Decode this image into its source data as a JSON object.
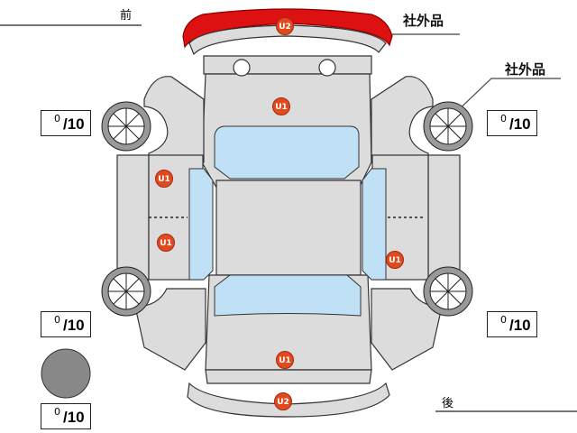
{
  "labels": {
    "front": "前",
    "rear": "後",
    "aftermarket_front": "社外品",
    "aftermarket_wheel": "社外品"
  },
  "scores": [
    {
      "position": "front-left",
      "value": "0",
      "max": "/10"
    },
    {
      "position": "front-right",
      "value": "0",
      "max": "/10"
    },
    {
      "position": "rear-left",
      "value": "0",
      "max": "/10"
    },
    {
      "position": "rear-right",
      "value": "0",
      "max": "/10"
    },
    {
      "position": "spare",
      "value": "0",
      "max": "/10"
    }
  ],
  "markers": [
    {
      "part": "front-bumper",
      "code": "U2"
    },
    {
      "part": "hood",
      "code": "U1"
    },
    {
      "part": "front-left-door",
      "code": "U1"
    },
    {
      "part": "rear-left-door",
      "code": "U1"
    },
    {
      "part": "rear-right-door",
      "code": "U1"
    },
    {
      "part": "trunk",
      "code": "U1"
    },
    {
      "part": "rear-bumper",
      "code": "U2"
    }
  ],
  "colors": {
    "body": "#dcdcdc",
    "glass": "#bfe0f5",
    "damaged_part": "#dd1111",
    "marker": "#e04a1e",
    "spare": "#888888"
  }
}
